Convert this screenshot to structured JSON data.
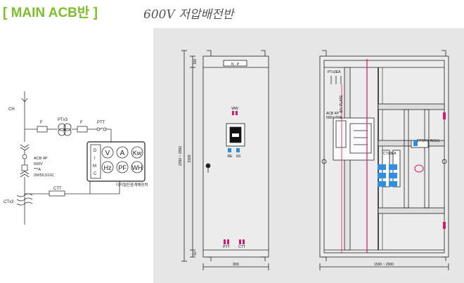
{
  "header": {
    "title": "[ MAIN ACB반 ]",
    "subtitle": "600V 저압배전반"
  },
  "single_line": {
    "source_label": "CH",
    "fuse_label_1": "F",
    "fuse_label_2": "F",
    "pt_label": "PTx3",
    "ptt_label": "PTT",
    "acb_lines": [
      "ACB 4P",
      "600V",
      "***A",
      "(W/50,51G)"
    ],
    "meter_side_letters": [
      "D",
      "I",
      "M",
      "C"
    ],
    "meter_buttons": [
      "V",
      "A",
      "Kw",
      "Hz",
      "PF",
      "WH"
    ],
    "meter_caption": "디지털진중계해장치",
    "ctt_label": "CTT",
    "ct_label": "CTx3"
  },
  "front_view": {
    "np_plate": "N . P",
    "top_dim": "150",
    "height_dim_outer": "2350 ~ 2550",
    "height_dim_inner": "2300",
    "bottom_dim": "50",
    "width_dim": "800",
    "ww_label": "WW",
    "re_label": "RE",
    "ss_label": "SS",
    "ptt_label": "PTT",
    "ctt_label": "CTT"
  },
  "side_view": {
    "pt_label": "PTx3EA",
    "plate_label": "B/V PLATE",
    "acb_lines": [
      "ACB 4P",
      "600V ***A"
    ],
    "ct_label": "CTx3EA",
    "insul_label": "EPOXY INSUL",
    "width_dim": "1500 ~ 2000"
  }
}
